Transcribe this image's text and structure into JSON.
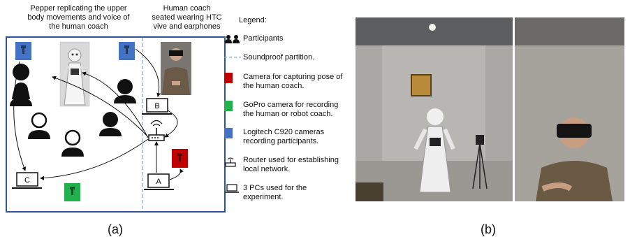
{
  "panel_a": {
    "header_left": [
      "Pepper replicating the upper",
      "body movements and voice of",
      "the human coach"
    ],
    "header_right": [
      "Human coach",
      "seated wearing HTC",
      "vive and earphones"
    ],
    "laptops": {
      "a": "A",
      "b": "B",
      "c": "C"
    },
    "caption": "(a)"
  },
  "legend": {
    "title": "Legend:",
    "items": [
      {
        "icon": "participants-icon",
        "text": [
          "Participants"
        ]
      },
      {
        "icon": "dashed-line-icon",
        "text": [
          "Soundproof partition."
        ]
      },
      {
        "icon": "red-camera-icon",
        "color": "#c00000",
        "text": [
          "Camera for capturing pose of",
          "the human coach."
        ]
      },
      {
        "icon": "green-camera-icon",
        "color": "#22b14c",
        "text": [
          "GoPro camera for recording",
          "the human or robot coach."
        ]
      },
      {
        "icon": "blue-camera-icon",
        "color": "#4472c4",
        "text": [
          "Logitech C920 cameras",
          "recording participants."
        ]
      },
      {
        "icon": "router-icon",
        "text": [
          "Router used for establishing",
          "local network."
        ]
      },
      {
        "icon": "laptop-icon",
        "text": [
          "3 PCs used for the",
          "experiment."
        ]
      }
    ]
  },
  "panel_b": {
    "caption": "(b)"
  },
  "colors": {
    "frame": "#2f5597",
    "partition": "#8faadc",
    "red": "#c00000",
    "green": "#22b14c",
    "blue": "#4472c4"
  }
}
